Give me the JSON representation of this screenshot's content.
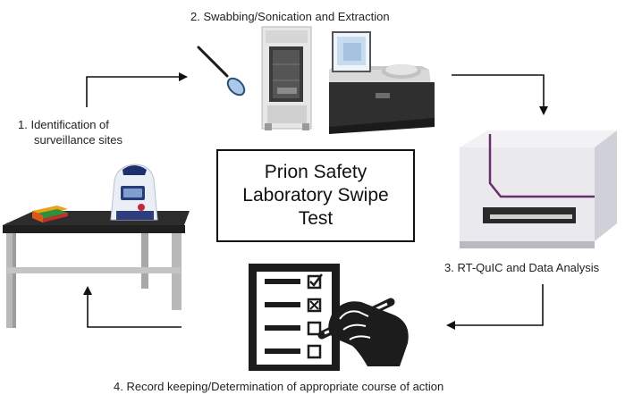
{
  "title_lines": [
    "Prion Safety",
    "Laboratory Swipe",
    "Test"
  ],
  "steps": [
    {
      "label_lines": [
        "1.  Identification of",
        "surveillance sites"
      ]
    },
    {
      "label_lines": [
        "2. Swabbing/Sonication and Extraction"
      ]
    },
    {
      "label_lines": [
        "3. RT-QuIC and Data Analysis"
      ]
    },
    {
      "label_lines": [
        "4.  Record keeping/Determination of appropriate course of action"
      ]
    }
  ],
  "colors": {
    "arrow": "#111111",
    "box_border": "#111111",
    "instrument_accent": "#6b2f6b",
    "table_top": "#2e2e2e",
    "table_leg": "#b7b7b7",
    "swab_tip": "#8db6de"
  },
  "icons": [
    "lab-table-icon",
    "sample-books-icon",
    "monitor-device-icon",
    "swab-icon",
    "biosafety-cabinet-icon",
    "sonicator-icon",
    "rt-quic-reader-icon",
    "checklist-clipboard-icon",
    "writing-hand-icon"
  ]
}
